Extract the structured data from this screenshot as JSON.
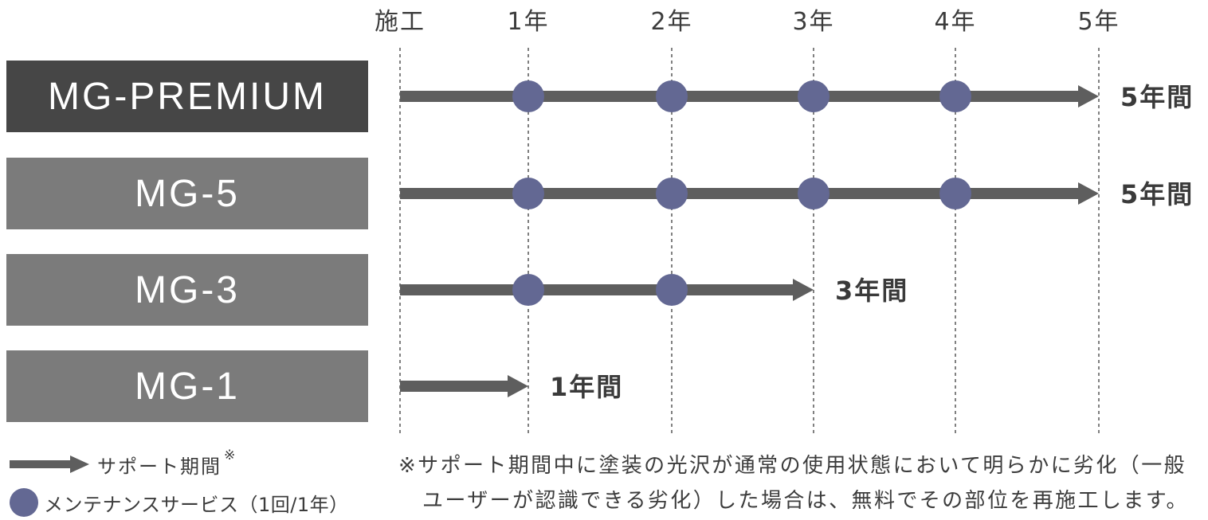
{
  "chart_data": {
    "type": "bar",
    "orientation": "horizontal",
    "categories": [
      "MG-PREMIUM",
      "MG-5",
      "MG-3",
      "MG-1"
    ],
    "x_ticks": [
      "施工",
      "1年",
      "2年",
      "3年",
      "4年",
      "5年"
    ],
    "xlim": [
      0,
      5
    ],
    "series": [
      {
        "name": "サポート期間",
        "note_mark": "※",
        "symbol": "arrow-right-icon",
        "values": [
          5,
          5,
          3,
          1
        ]
      },
      {
        "name": "メンテナンスサービス（1回/1年）",
        "symbol": "circle-icon",
        "points": [
          [
            1,
            2,
            3,
            4
          ],
          [
            1,
            2,
            3,
            4
          ],
          [
            1,
            2
          ],
          []
        ]
      }
    ],
    "end_labels": [
      "5年間",
      "5年間",
      "3年間",
      "1年間"
    ],
    "grid": true,
    "legend_position": "bottom-left",
    "colors": {
      "category": [
        "#464646",
        "#7b7b7b",
        "#7b7b7b",
        "#7b7b7b"
      ],
      "bar": "#5e5e5e",
      "marker": "#636893",
      "text": "#3c3c3c"
    }
  },
  "footnote": {
    "lines": [
      "※サポート期間中に塗装の光沢が通常の使用状態において明らかに劣化（一般",
      "ユーザーが認識できる劣化）した場合は、無料でその部位を再施工します。"
    ]
  }
}
